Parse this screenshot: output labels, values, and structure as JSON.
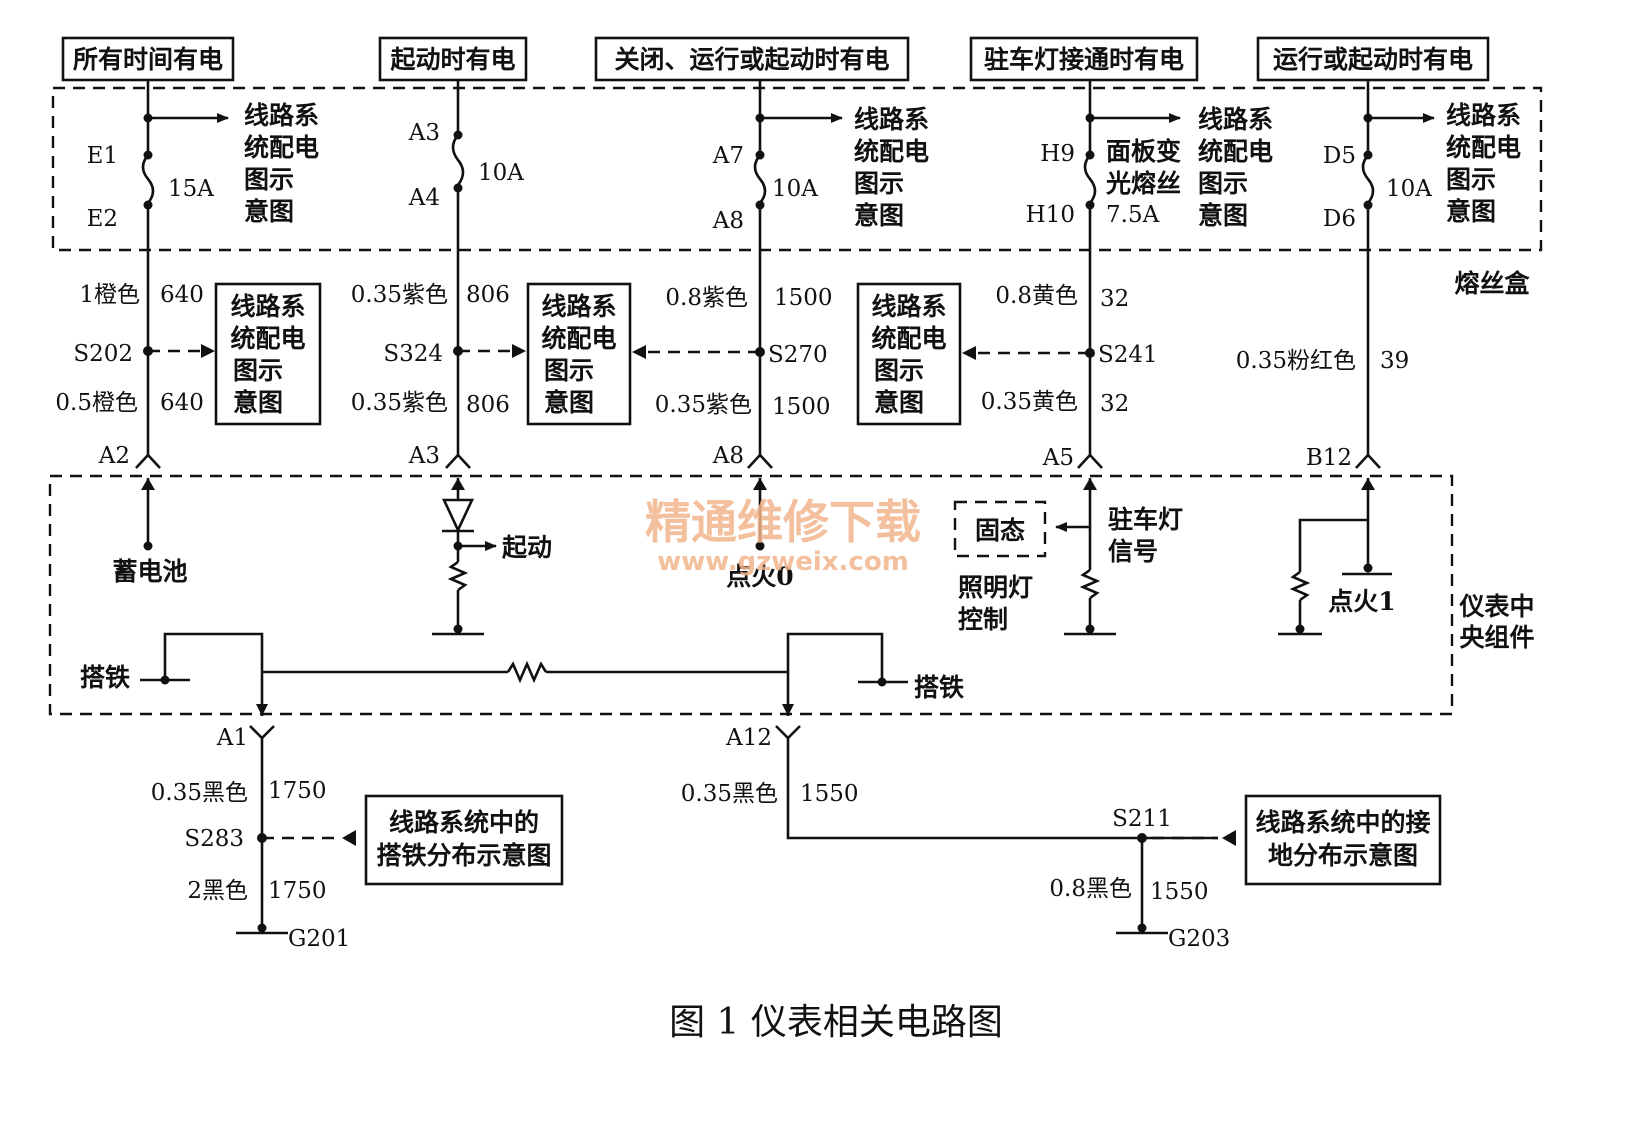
{
  "headers": {
    "always_hot": "所有时间有电",
    "start_hot": "起动时有电",
    "off_run_start_hot": "关闭、运行或起动时有电",
    "park_lamp_hot": "驻车灯接通时有电",
    "run_start_hot": "运行或起动时有电"
  },
  "fuse_box_label": "熔丝盒",
  "cluster_label": [
    "仪表中",
    "央组件"
  ],
  "ref_lines": [
    "线路系",
    "统配电",
    "图示",
    "意图"
  ],
  "panel_dimmer_fuse": [
    "面板变",
    "光熔丝",
    "7.5A"
  ],
  "fuses": {
    "c1": {
      "top": "E1",
      "bot": "E2",
      "rating": "15A"
    },
    "c2": {
      "top": "A3",
      "bot": "A4",
      "rating": "10A"
    },
    "c3": {
      "top": "A7",
      "bot": "A8",
      "rating": "10A"
    },
    "c4": {
      "top": "H9",
      "bot": "H10"
    },
    "c5": {
      "top": "D5",
      "bot": "D6",
      "rating": "10A"
    }
  },
  "wires": {
    "c1": {
      "upper": "1橙色",
      "upper_num": "640",
      "splice": "S202",
      "lower": "0.5橙色",
      "lower_num": "640",
      "connector": "A2"
    },
    "c2": {
      "upper": "0.35紫色",
      "upper_num": "806",
      "splice": "S324",
      "lower": "0.35紫色",
      "lower_num": "806",
      "connector": "A3"
    },
    "c3": {
      "upper": "0.8紫色",
      "upper_num": "1500",
      "splice": "S270",
      "lower": "0.35紫色",
      "lower_num": "1500",
      "connector": "A8"
    },
    "c4": {
      "upper": "0.8黄色",
      "upper_num": "32",
      "splice": "S241",
      "lower": "0.35黄色",
      "lower_num": "32",
      "connector": "A5"
    },
    "c5": {
      "wire": "0.35粉红色",
      "wire_num": "39",
      "connector": "B12"
    }
  },
  "cluster": {
    "battery": "蓄电池",
    "start": "起动",
    "ignition0": "点火0",
    "solid_state": "固态",
    "lighting_control": [
      "照明灯",
      "控制"
    ],
    "park_signal": [
      "驻车灯",
      "信号"
    ],
    "ignition1": "点火1",
    "ground_left": "搭铁",
    "ground_right": "搭铁"
  },
  "ground_left": {
    "connector": "A1",
    "upper": "0.35黑色",
    "upper_num": "1750",
    "splice": "S283",
    "lower": "2黑色",
    "lower_num": "1750",
    "ground": "G201",
    "ref": [
      "线路系统中的",
      "搭铁分布示意图"
    ]
  },
  "ground_right": {
    "connector": "A12",
    "upper": "0.35黑色",
    "upper_num": "1550",
    "splice": "S211",
    "lower": "0.8黑色",
    "lower_num": "1550",
    "ground": "G203",
    "ref": [
      "线路系统中的接",
      "地分布示意图"
    ]
  },
  "watermark": {
    "cn": "精通维修下载",
    "url": "www.gzweix.com"
  },
  "caption": "图 1  仪表相关电路图"
}
